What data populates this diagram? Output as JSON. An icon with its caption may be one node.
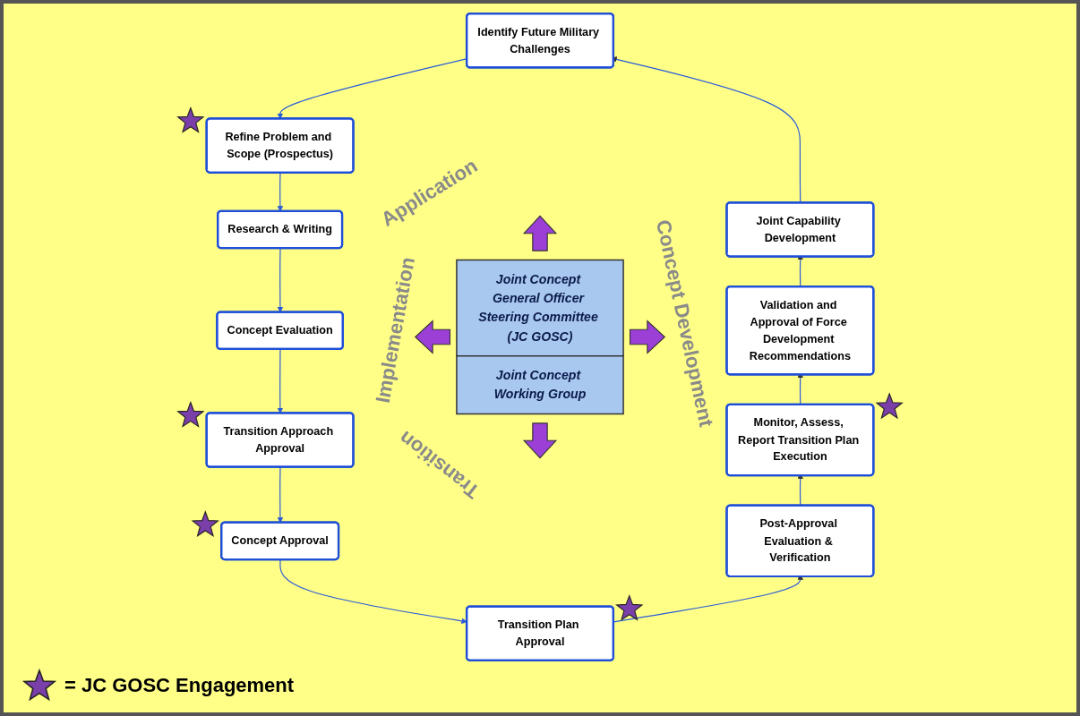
{
  "diagram": {
    "nodes": [
      {
        "text": [
          "Identify Future Military Challenges"
        ]
      },
      {
        "text": [
          "Refine Problem and Scope (Prospectus)"
        ]
      },
      {
        "text": [
          "Research & Writing"
        ]
      },
      {
        "text": [
          "Concept Evaluation"
        ]
      },
      {
        "text": [
          "Transition Approach Approval"
        ]
      },
      {
        "text": [
          "Concept Approval"
        ]
      },
      {
        "text": [
          "Transition Plan Approval"
        ]
      },
      {
        "text": [
          "Post-Approval Evaluation & Verification"
        ]
      },
      {
        "text": [
          "Monitor, Assess, Report Transition Plan Execution"
        ]
      },
      {
        "text": [
          "Validation and Approval of Force Development Recommendations"
        ]
      },
      {
        "text": [
          "Joint Capability Development"
        ]
      },
      {
        "text": [
          "Joint Concept General Officer Steering Committee (JC GOSC)"
        ]
      },
      {
        "text": [
          "Joint Concept Working Group"
        ]
      }
    ],
    "edges": [
      {
        "from": 0,
        "to": 1,
        "arrow": "to"
      },
      {
        "from": 1,
        "to": 2,
        "arrow": "to"
      },
      {
        "from": 2,
        "to": 3,
        "arrow": "to"
      },
      {
        "from": 3,
        "to": 4,
        "arrow": "to"
      },
      {
        "from": 4,
        "to": 5,
        "arrow": "to"
      },
      {
        "from": 5,
        "to": 6,
        "arrow": "to"
      },
      {
        "from": 6,
        "to": 7,
        "arrow": "to"
      },
      {
        "from": 7,
        "to": 8,
        "arrow": "to"
      },
      {
        "from": 8,
        "to": 9,
        "arrow": "to"
      },
      {
        "from": 9,
        "to": 10,
        "arrow": "to"
      },
      {
        "from": 10,
        "to": 0,
        "arrow": "to"
      }
    ],
    "labels": [
      "Application",
      "Concept Development",
      "Implementation",
      "Transition"
    ],
    "legend": [
      {
        "text": "= JC GOSC Engagement"
      }
    ]
  }
}
